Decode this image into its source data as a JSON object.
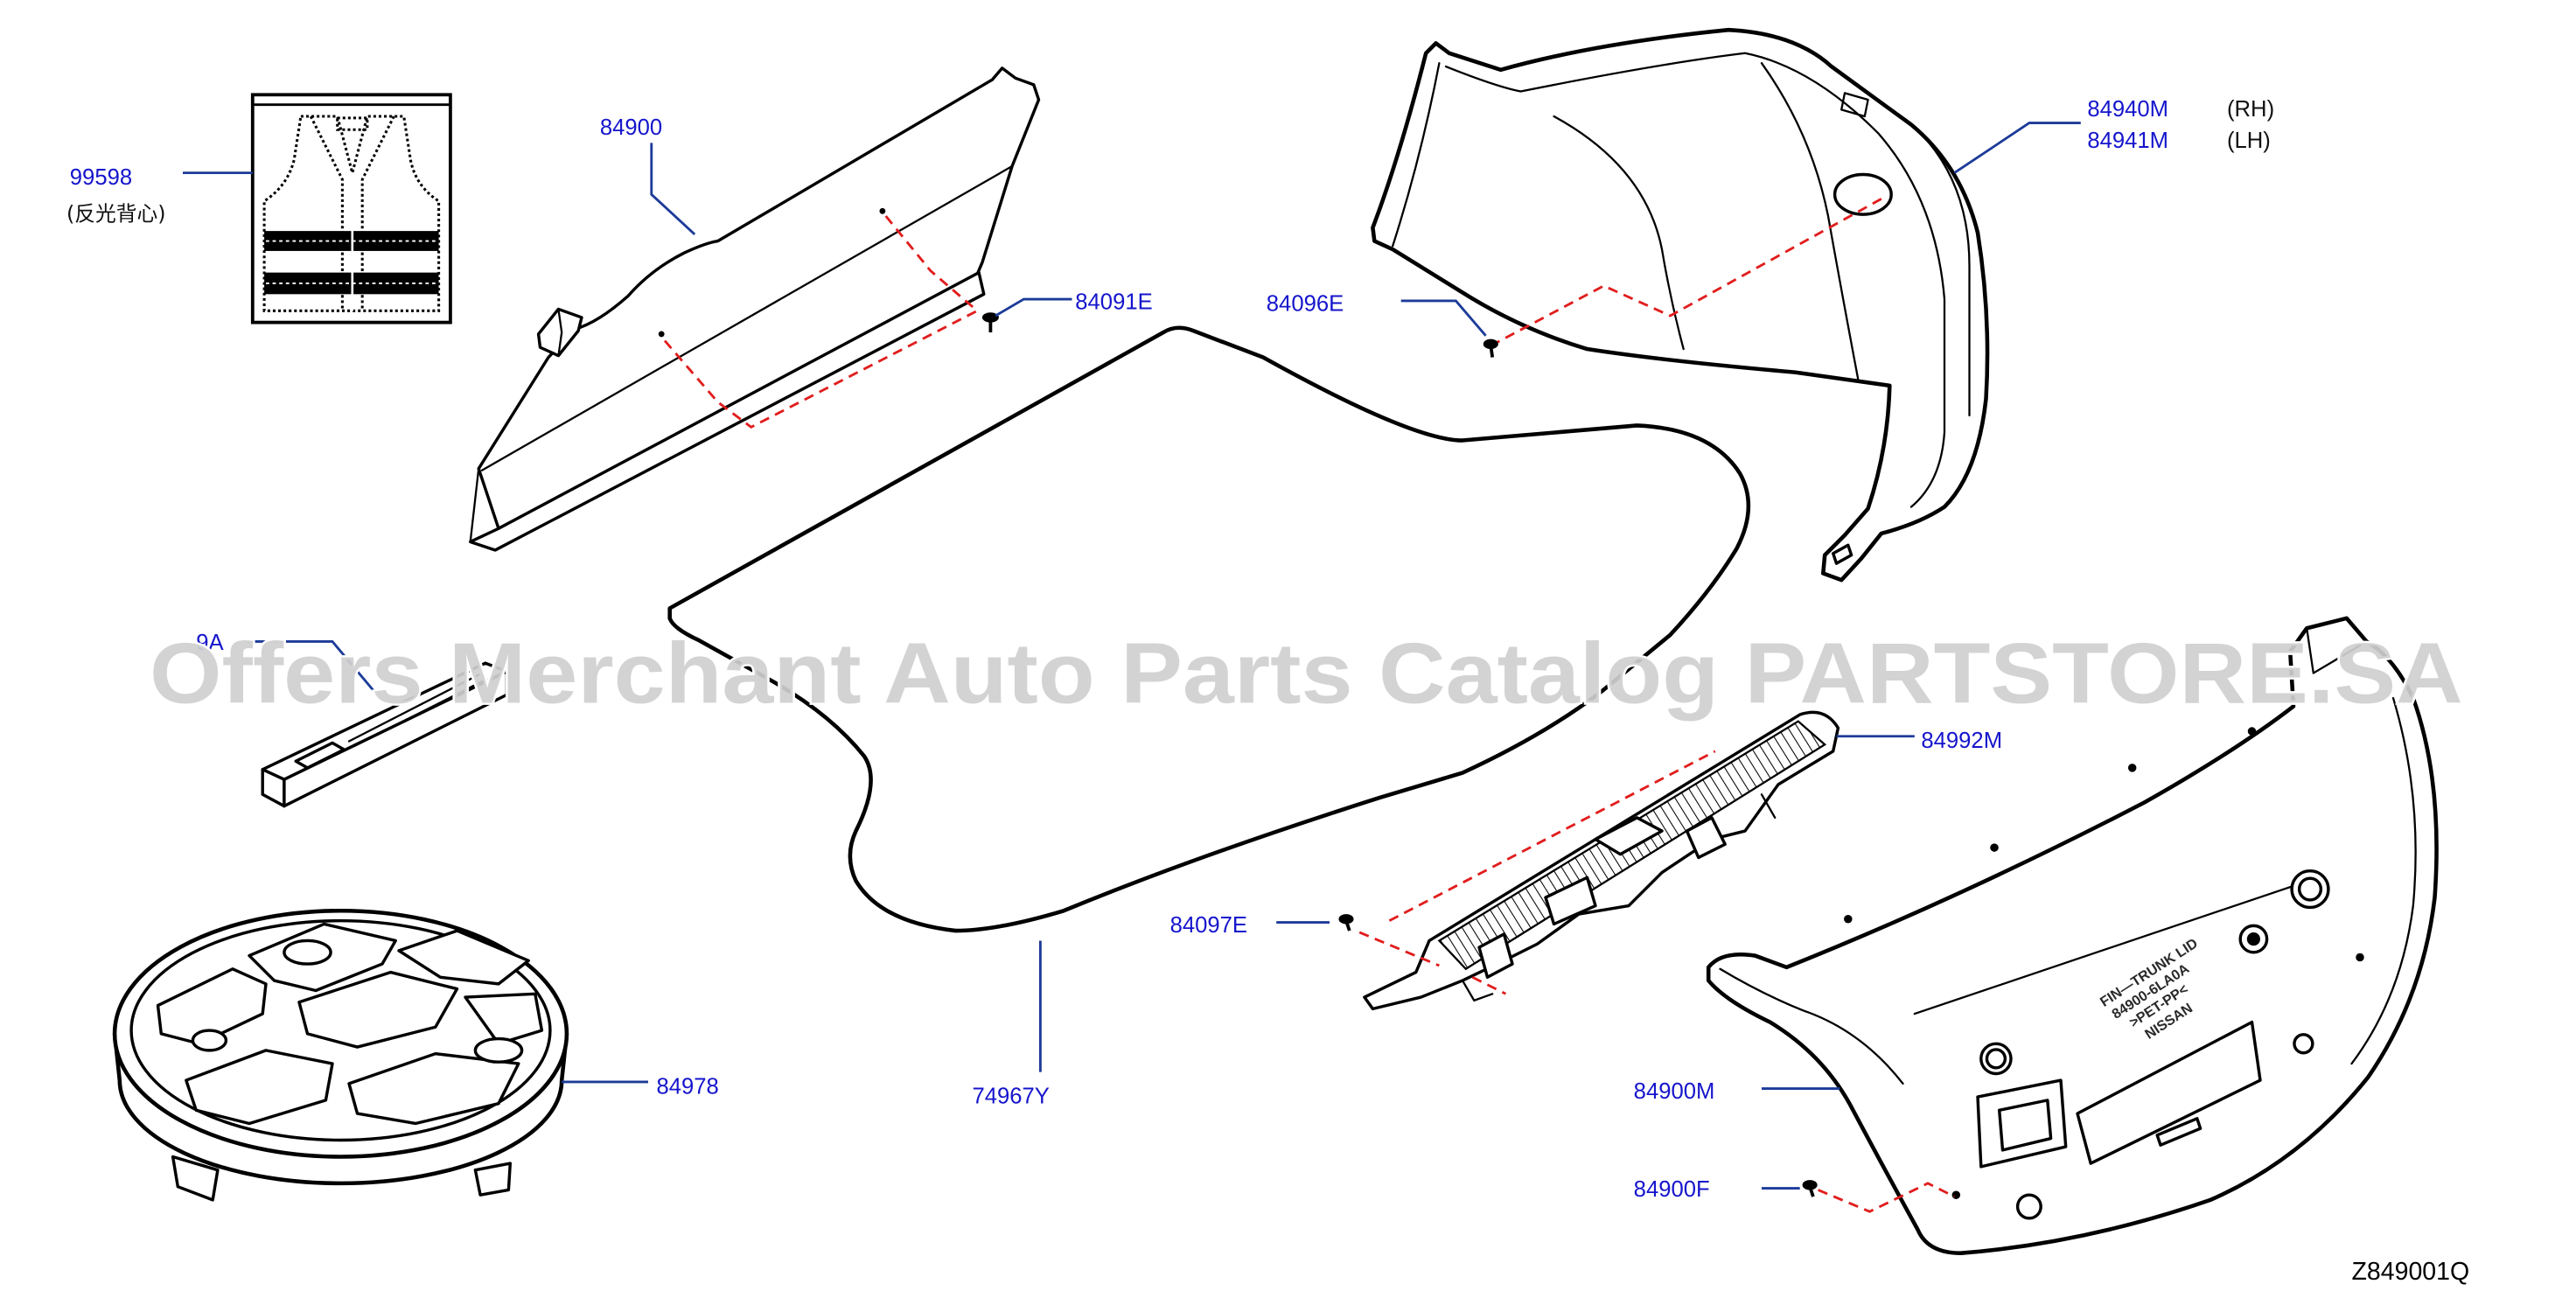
{
  "diagram": {
    "code": "Z849001Q",
    "watermark": "Offers Merchant Auto Parts Catalog PARTSTORE.SA",
    "callouts": {
      "vest": {
        "part_no": "99598",
        "note": "(反光背心)"
      },
      "parcel_shelf": {
        "part_no": "84900"
      },
      "parcel_shelf_clip": {
        "part_no": "84091E"
      },
      "side_finisher_clip": {
        "part_no": "84096E"
      },
      "side_finisher": {
        "rh_part_no": "84940M",
        "rh_tag": "(RH)",
        "lh_part_no": "84941M",
        "lh_tag": "(LH)"
      },
      "tool": {
        "part_no_visible": "9A"
      },
      "rear_plate": {
        "part_no": "84992M"
      },
      "rear_plate_clip": {
        "part_no": "84097E"
      },
      "floor_mat": {
        "part_no": "74967Y"
      },
      "spare_tray": {
        "part_no": "84978"
      },
      "lid_finisher": {
        "part_no": "84900M"
      },
      "lid_finisher_clip": {
        "part_no": "84900F"
      }
    },
    "embossed_marking": [
      "FIN—TRUNK LID",
      "84900-6LA0A",
      ">PET-PP<",
      "NISSAN"
    ],
    "colors": {
      "callout_text": "#1515cc",
      "leader": "#1c3b99",
      "fastener_dash": "#e11d1d",
      "outline": "#000000",
      "watermark": "#cfcfcf"
    }
  }
}
